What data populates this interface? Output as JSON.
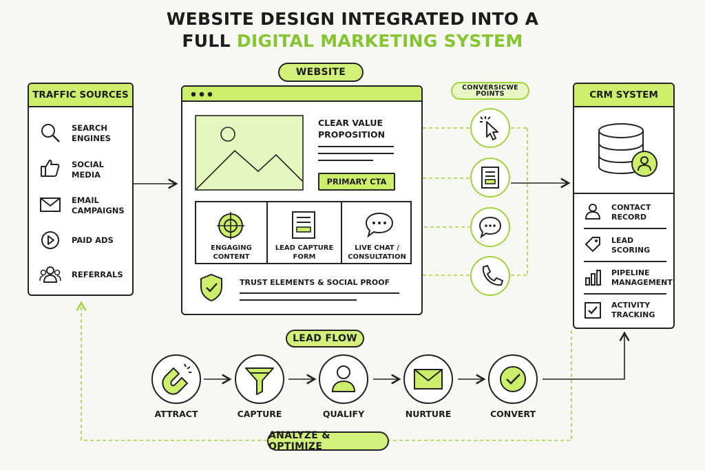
{
  "title": {
    "line1": "WEBSITE DESIGN INTEGRATED INTO A",
    "line2_plain": "FULL ",
    "line2_accent": "DIGITAL MARKETING SYSTEM"
  },
  "traffic_sources": {
    "heading": "TRAFFIC SOURCES",
    "items": [
      {
        "label": "SEARCH\nENGINES",
        "icon": "search-icon"
      },
      {
        "label": "SOCIAL\nMEDIA",
        "icon": "thumbs-up-icon"
      },
      {
        "label": "EMAIL\nCAMPAIGNS",
        "icon": "envelope-icon"
      },
      {
        "label": "PAID ADS",
        "icon": "play-icon"
      },
      {
        "label": "REFERRALS",
        "icon": "people-icon"
      }
    ]
  },
  "website": {
    "heading": "WEBSITE",
    "value_prop": "CLEAR VALUE\nPROPOSITION",
    "primary_cta": "PRIMARY CTA",
    "features": [
      {
        "label": "ENGAGING\nCONTENT",
        "icon": "target-icon"
      },
      {
        "label": "LEAD CAPTURE\nFORM",
        "icon": "form-icon"
      },
      {
        "label": "LIVE CHAT /\nCONSULTATION",
        "icon": "chat-icon"
      }
    ],
    "trust": "TRUST ELEMENTS & SOCIAL PROOF"
  },
  "conversion": {
    "heading": "CONVERSICWE\nPOINTS",
    "icons": [
      "cursor-click-icon",
      "form-icon",
      "chat-icon",
      "phone-icon"
    ]
  },
  "crm": {
    "heading": "CRM SYSTEM",
    "items": [
      {
        "label": "CONTACT\nRECORD",
        "icon": "person-icon"
      },
      {
        "label": "LEAD\nSCORING",
        "icon": "tag-icon"
      },
      {
        "label": "PIPELINE\nMANAGEMENT",
        "icon": "bar-chart-icon"
      },
      {
        "label": "ACTIVITY\nTRACKING",
        "icon": "checkbox-icon"
      }
    ]
  },
  "lead_flow": {
    "heading": "LEAD FLOW",
    "stages": [
      {
        "label": "ATTRACT",
        "icon": "magnet-icon"
      },
      {
        "label": "CAPTURE",
        "icon": "funnel-icon"
      },
      {
        "label": "QUALIFY",
        "icon": "person-icon"
      },
      {
        "label": "NURTURE",
        "icon": "envelope-icon"
      },
      {
        "label": "CONVERT",
        "icon": "check-circle-icon"
      }
    ]
  },
  "analyze": "ANALYZE & OPTIMIZE",
  "colors": {
    "accent": "#cdee6b",
    "accent_dark": "#86c531",
    "ink": "#222222",
    "background": "#f7f8f4"
  }
}
